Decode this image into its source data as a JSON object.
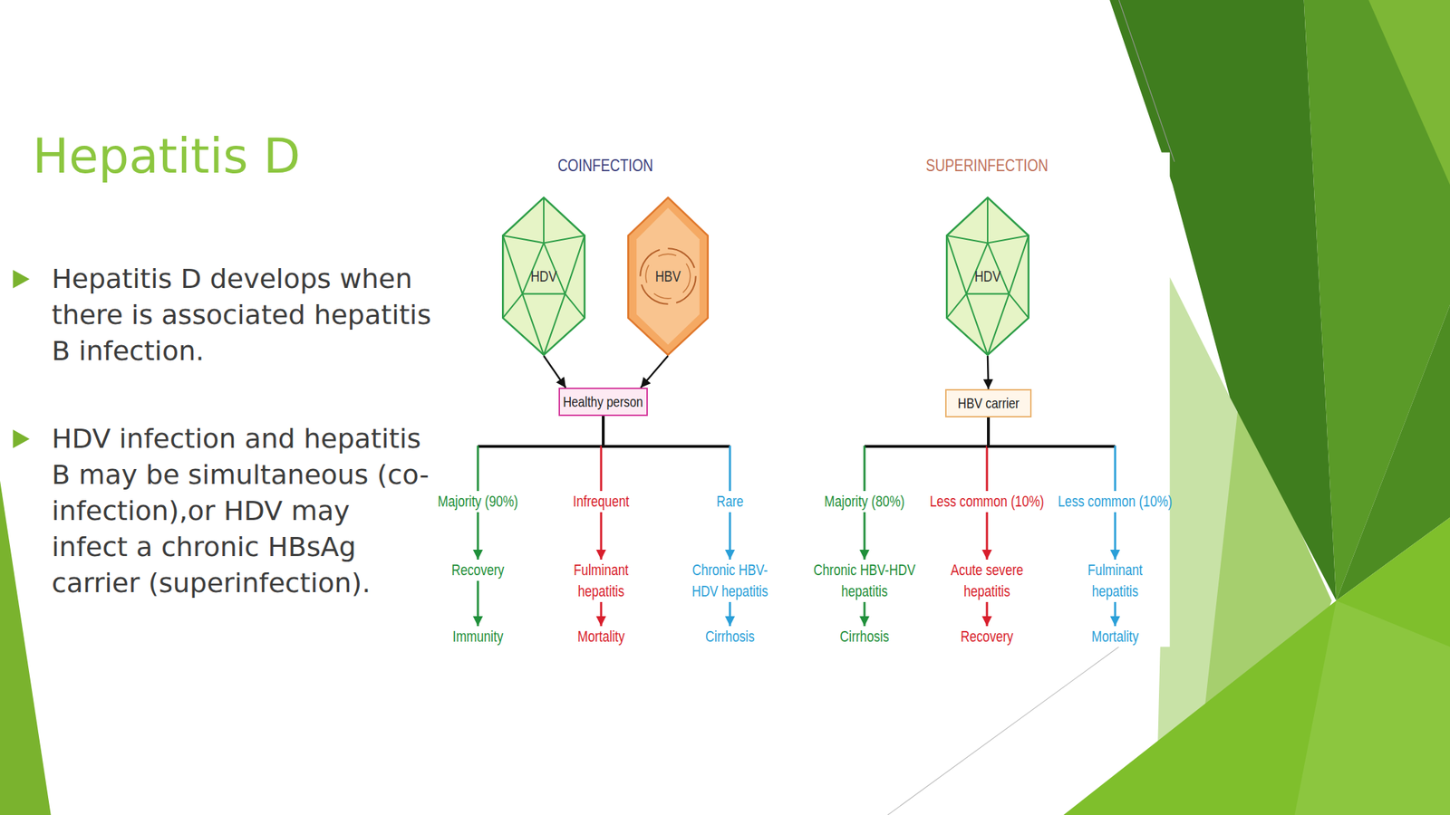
{
  "diagram": {
    "title": "Hepatitis D",
    "nodes": [
      {
        "text": [
          "HDV"
        ]
      },
      {
        "text": [
          "HBV"
        ]
      },
      {
        "text": [
          "Healthy person"
        ]
      },
      {
        "text": [
          "Majority (90%)"
        ]
      },
      {
        "text": [
          "Infrequent"
        ]
      },
      {
        "text": [
          "Rare"
        ]
      },
      {
        "text": [
          "Recovery"
        ]
      },
      {
        "text": [
          "Fulminant hepatitis"
        ]
      },
      {
        "text": [
          "Chronic HBV- HDV hepatitis"
        ]
      },
      {
        "text": [
          "Immunity"
        ]
      },
      {
        "text": [
          "Mortality"
        ]
      },
      {
        "text": [
          "Cirrhosis"
        ]
      },
      {
        "text": [
          "HDV"
        ]
      },
      {
        "text": [
          "HBV carrier"
        ]
      },
      {
        "text": [
          "Majority (80%)"
        ]
      },
      {
        "text": [
          "Less common (10%)"
        ]
      },
      {
        "text": [
          "Less common (10%)"
        ]
      },
      {
        "text": [
          "Chronic HBV-HDV hepatitis"
        ]
      },
      {
        "text": [
          "Acute severe hepatitis"
        ]
      },
      {
        "text": [
          "Fulminant hepatitis"
        ]
      },
      {
        "text": [
          "Cirrhosis"
        ]
      },
      {
        "text": [
          "Recovery"
        ]
      },
      {
        "text": [
          "Mortality"
        ]
      }
    ],
    "edges": [
      {
        "from": 0,
        "to": 2,
        "arrow": "to"
      },
      {
        "from": 1,
        "to": 2,
        "arrow": "to"
      },
      {
        "from": 2,
        "to": 3,
        "arrow": "none"
      },
      {
        "from": 2,
        "to": 4,
        "arrow": "none"
      },
      {
        "from": 2,
        "to": 5,
        "arrow": "none"
      },
      {
        "from": 3,
        "to": 6,
        "arrow": "to"
      },
      {
        "from": 4,
        "to": 7,
        "arrow": "to"
      },
      {
        "from": 5,
        "to": 8,
        "arrow": "to"
      },
      {
        "from": 6,
        "to": 9,
        "arrow": "to"
      },
      {
        "from": 7,
        "to": 10,
        "arrow": "to"
      },
      {
        "from": 8,
        "to": 11,
        "arrow": "to"
      },
      {
        "from": 12,
        "to": 13,
        "arrow": "to"
      },
      {
        "from": 13,
        "to": 14,
        "arrow": "none"
      },
      {
        "from": 13,
        "to": 15,
        "arrow": "none"
      },
      {
        "from": 13,
        "to": 16,
        "arrow": "none"
      },
      {
        "from": 14,
        "to": 17,
        "arrow": "to"
      },
      {
        "from": 15,
        "to": 18,
        "arrow": "to"
      },
      {
        "from": 16,
        "to": 19,
        "arrow": "to"
      },
      {
        "from": 17,
        "to": 20,
        "arrow": "to"
      },
      {
        "from": 18,
        "to": 21,
        "arrow": "to"
      },
      {
        "from": 19,
        "to": 22,
        "arrow": "to"
      }
    ],
    "labels": [
      "Hepatitis D develops when there is associated hepatitis B infection.",
      "HDV infection and hepatitis B may be simultaneous (co- infection),or HDV may infect a chronic HBsAg carrier (superinfection).",
      "COINFECTION",
      "SUPERINFECTION"
    ]
  }
}
